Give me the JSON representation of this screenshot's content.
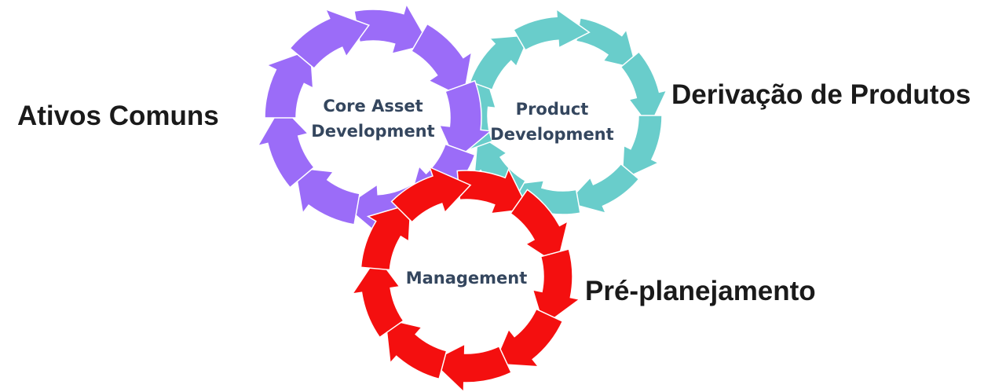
{
  "colors": {
    "core_asset": "#9b6cf8",
    "product": "#69cdcb",
    "management": "#f40f0f",
    "arrow_edge": "#ffffff",
    "cycle_text": "#34465e",
    "side_text": "#1a1a1a"
  },
  "cycles": {
    "core_asset": {
      "line1": "Core Asset",
      "line2": "Development"
    },
    "product": {
      "line1": "Product",
      "line2": "Development"
    },
    "management": {
      "line1": "Management"
    }
  },
  "labels": {
    "left": "Ativos Comuns",
    "right": "Derivação de Produtos",
    "bottom": "Pré-planejamento"
  }
}
